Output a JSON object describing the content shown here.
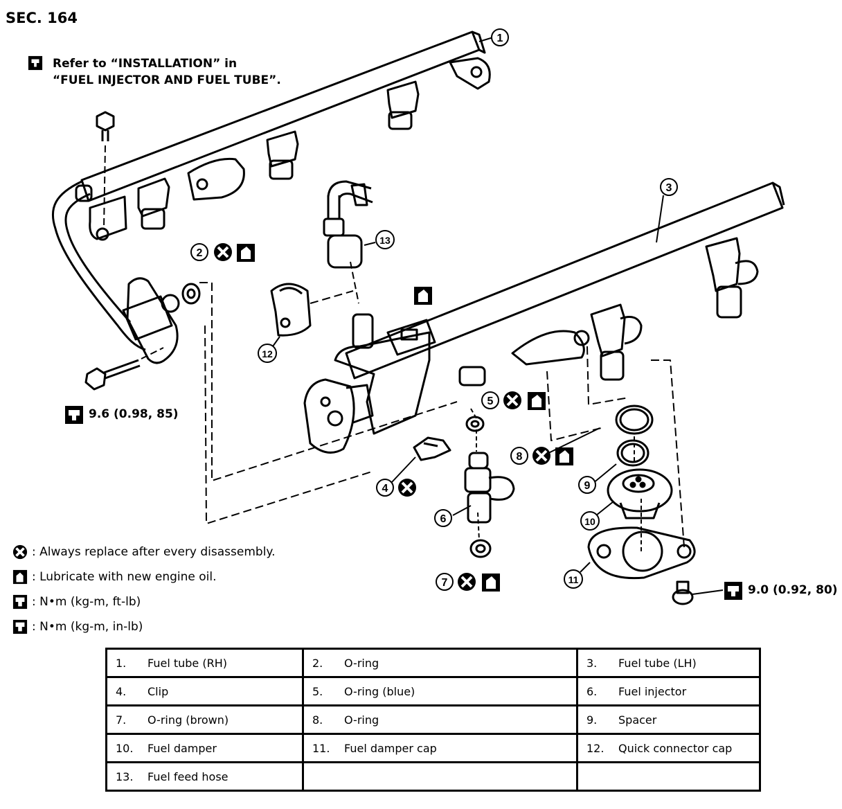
{
  "section_label": "SEC. 164",
  "reference_note": {
    "line1": "Refer to “INSTALLATION” in",
    "line2": "“FUEL INJECTOR AND FUEL TUBE”."
  },
  "torque_specs": {
    "left": "9.6 (0.98, 85)",
    "right": "9.0 (0.92, 80)"
  },
  "callouts": [
    "1",
    "2",
    "3",
    "4",
    "5",
    "6",
    "7",
    "8",
    "9",
    "10",
    "11",
    "12",
    "13"
  ],
  "legend": [
    {
      "icon": "replace-x-icon",
      "text": ": Always replace after every disassembly."
    },
    {
      "icon": "oil-can-icon",
      "text": ": Lubricate with new engine oil."
    },
    {
      "icon": "torque-ftlb-icon",
      "text": ": N•m (kg-m, ft-lb)"
    },
    {
      "icon": "torque-inlb-icon",
      "text": ": N•m (kg-m, in-lb)"
    }
  ],
  "parts_table": [
    [
      {
        "num": "1.",
        "name": "Fuel tube (RH)"
      },
      {
        "num": "2.",
        "name": "O-ring"
      },
      {
        "num": "3.",
        "name": "Fuel tube (LH)"
      }
    ],
    [
      {
        "num": "4.",
        "name": "Clip"
      },
      {
        "num": "5.",
        "name": "O-ring (blue)"
      },
      {
        "num": "6.",
        "name": "Fuel injector"
      }
    ],
    [
      {
        "num": "7.",
        "name": "O-ring (brown)"
      },
      {
        "num": "8.",
        "name": "O-ring"
      },
      {
        "num": "9.",
        "name": "Spacer"
      }
    ],
    [
      {
        "num": "10.",
        "name": "Fuel damper"
      },
      {
        "num": "11.",
        "name": "Fuel damper cap"
      },
      {
        "num": "12.",
        "name": "Quick connector cap"
      }
    ],
    [
      {
        "num": "13.",
        "name": "Fuel feed hose"
      },
      {
        "num": "",
        "name": ""
      },
      {
        "num": "",
        "name": ""
      }
    ]
  ]
}
